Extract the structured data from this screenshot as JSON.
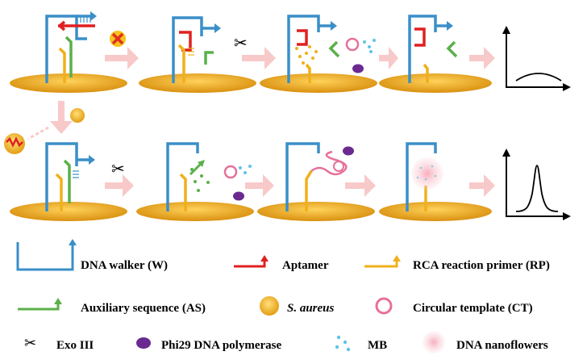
{
  "legend": {
    "walker": "DNA walker (W)",
    "aptamer": "Aptamer",
    "primer": "RCA reaction primer (RP)",
    "auxiliary": "Auxiliary sequence (AS)",
    "bacteria": "S. aureus",
    "template": "Circular template (CT)",
    "exo": "Exo III",
    "polymerase": "Phi29 DNA polymerase",
    "mb": "MB",
    "nanoflowers": "DNA nanoflowers"
  },
  "colors": {
    "walker": "#3a8fc8",
    "aptamer": "#e02020",
    "primer": "#f0b01a",
    "auxiliary": "#5bb04a",
    "platform": "#e8a515",
    "bacteria": "#f3b52a",
    "template": "#e6709a",
    "polymerase": "#6a2a90",
    "mb": "#5fc4e8",
    "flow_arrow": "#f8c9c9",
    "block": "#e03020"
  },
  "icons": [
    "scissors-icon",
    "block-icon",
    "circle-template-icon",
    "polymerase-icon",
    "mb-dots-icon",
    "bacteria-icon",
    "nanoflower-icon"
  ],
  "charts": {
    "top": "low-signal",
    "bottom": "high-peak"
  }
}
